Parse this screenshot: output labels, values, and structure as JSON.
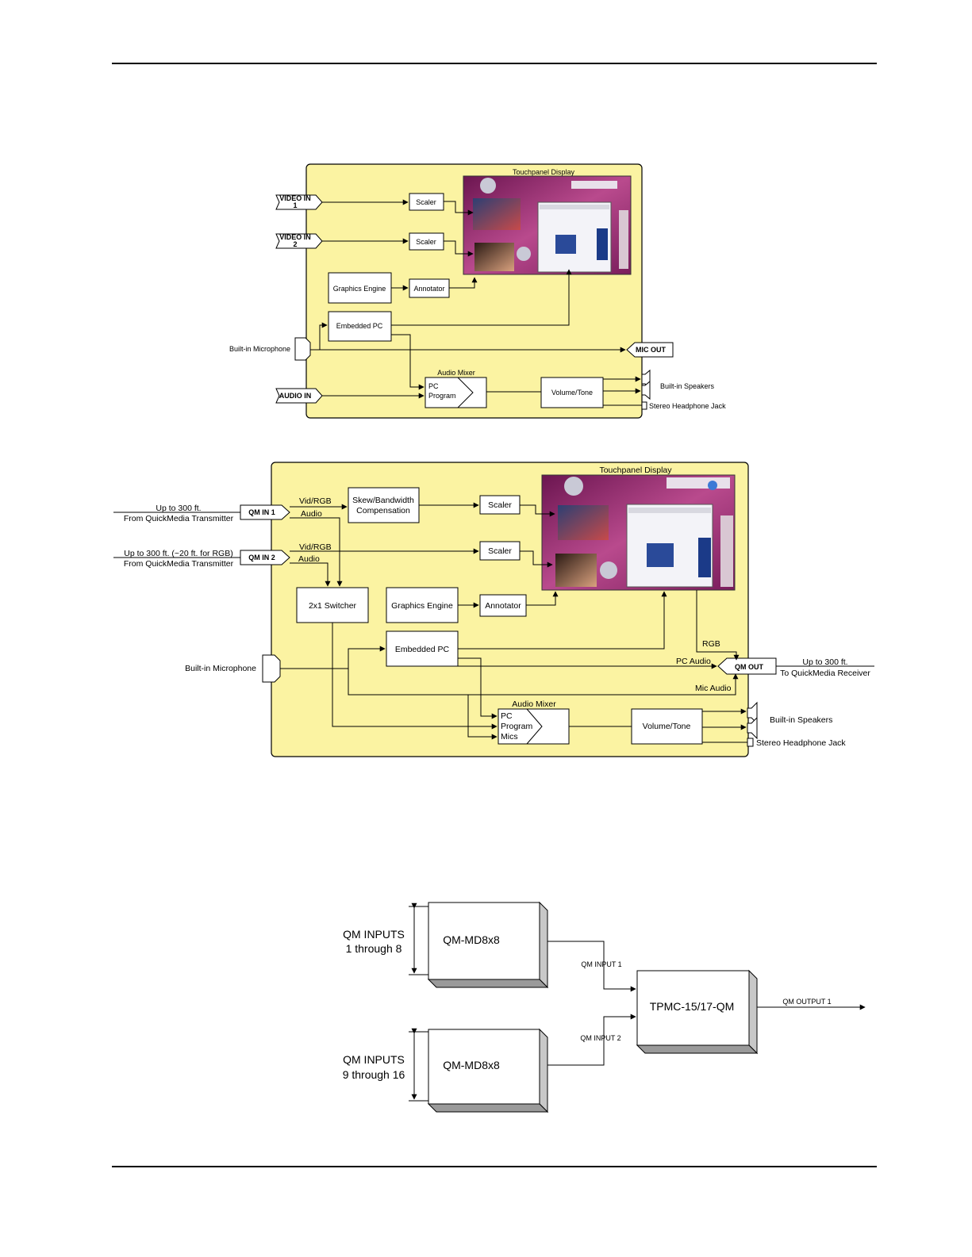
{
  "diagram1": {
    "panel_title": "Touchpanel Display",
    "inputs": [
      {
        "line1": "VIDEO IN",
        "line2": "1"
      },
      {
        "line1": "VIDEO IN",
        "line2": "2"
      },
      {
        "line1": "AUDIO IN",
        "line2": ""
      }
    ],
    "scaler1": "Scaler",
    "scaler2": "Scaler",
    "graphics_engine": "Graphics Engine",
    "annotator": "Annotator",
    "embedded_pc": "Embedded PC",
    "microphone": "Built-in Microphone",
    "mic_out": "MIC OUT",
    "audio_mixer_title": "Audio Mixer",
    "mixer_pc": "PC",
    "mixer_program": "Program",
    "volume_tone": "Volume/Tone",
    "speakers": "Built-in Speakers",
    "headphone": "Stereo Headphone Jack"
  },
  "diagram2": {
    "panel_title": "Touchpanel Display",
    "qm_in_1": "QM IN 1",
    "qm_in_2": "QM IN 2",
    "qm_in_1_ext1": "Up to 300 ft.",
    "qm_in_1_ext2": "From QuickMedia Transmitter",
    "qm_in_2_ext1": "Up to 300 ft. (~20 ft. for RGB)",
    "qm_in_2_ext2": "From QuickMedia Transmitter",
    "vid_rgb": "Vid/RGB",
    "audio": "Audio",
    "skew_line1": "Skew/Bandwidth",
    "skew_line2": "Compensation",
    "scaler1": "Scaler",
    "scaler2": "Scaler",
    "switcher": "2x1 Switcher",
    "graphics_engine": "Graphics Engine",
    "annotator": "Annotator",
    "embedded_pc": "Embedded PC",
    "microphone": "Built-in Microphone",
    "rgb": "RGB",
    "pc_audio": "PC Audio",
    "mic_audio": "Mic Audio",
    "qm_out": "QM OUT",
    "qm_out_ext1": "Up to 300 ft.",
    "qm_out_ext2": "To QuickMedia Receiver",
    "audio_mixer_title": "Audio Mixer",
    "mixer_pc": "PC",
    "mixer_program": "Program",
    "mixer_mics": "Mics",
    "volume_tone": "Volume/Tone",
    "speakers": "Built-in Speakers",
    "headphone": "Stereo Headphone Jack"
  },
  "diagram3": {
    "group1_line1": "QM INPUTS",
    "group1_line2": "1 through 8",
    "group2_line1": "QM INPUTS",
    "group2_line2": "9 through 16",
    "switcher1": "QM-MD8x8",
    "switcher2": "QM-MD8x8",
    "input1": "QM INPUT 1",
    "input2": "QM INPUT 2",
    "target": "TPMC-15/17-QM",
    "output1": "QM OUTPUT 1"
  }
}
